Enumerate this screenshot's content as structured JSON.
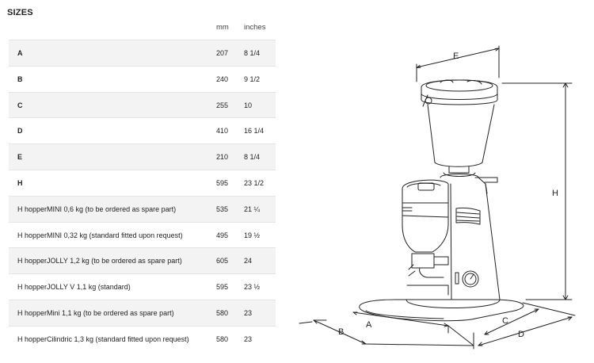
{
  "title": "SIZES",
  "headers": {
    "mm": "mm",
    "inches": "inches"
  },
  "rows": [
    {
      "label": "A",
      "mm": "207",
      "inches": "8 1/4",
      "bold": true
    },
    {
      "label": "B",
      "mm": "240",
      "inches": "9 1/2",
      "bold": true
    },
    {
      "label": "C",
      "mm": "255",
      "inches": "10",
      "bold": true
    },
    {
      "label": "D",
      "mm": "410",
      "inches": "16 1/4",
      "bold": true
    },
    {
      "label": "E",
      "mm": "210",
      "inches": "8 1/4",
      "bold": true
    },
    {
      "label": "H",
      "mm": "595",
      "inches": "23 1/2",
      "bold": true
    },
    {
      "label": "H hopperMINI 0,6 kg (to be ordered as spare part)",
      "mm": "535",
      "inches": "21 ¼",
      "bold": false
    },
    {
      "label": "H hopperMINI 0,32 kg (standard fitted upon request)",
      "mm": "495",
      "inches": "19 ½",
      "bold": false
    },
    {
      "label": "H hopperJOLLY 1,2 kg (to be ordered as spare part)",
      "mm": "605",
      "inches": "24",
      "bold": false
    },
    {
      "label": "H hopperJOLLY V 1,1 kg (standard)",
      "mm": "595",
      "inches": "23 ½",
      "bold": false
    },
    {
      "label": "H hopperMini 1,1 kg (to be ordered as spare part)",
      "mm": "580",
      "inches": "23",
      "bold": false
    },
    {
      "label": "H hopperCilindric 1,3 kg (standard fitted upon request)",
      "mm": "580",
      "inches": "23",
      "bold": false
    }
  ],
  "diagram": {
    "labels": {
      "e": "E",
      "h": "H",
      "a": "A",
      "b": "B",
      "c": "C",
      "d": "D"
    }
  }
}
